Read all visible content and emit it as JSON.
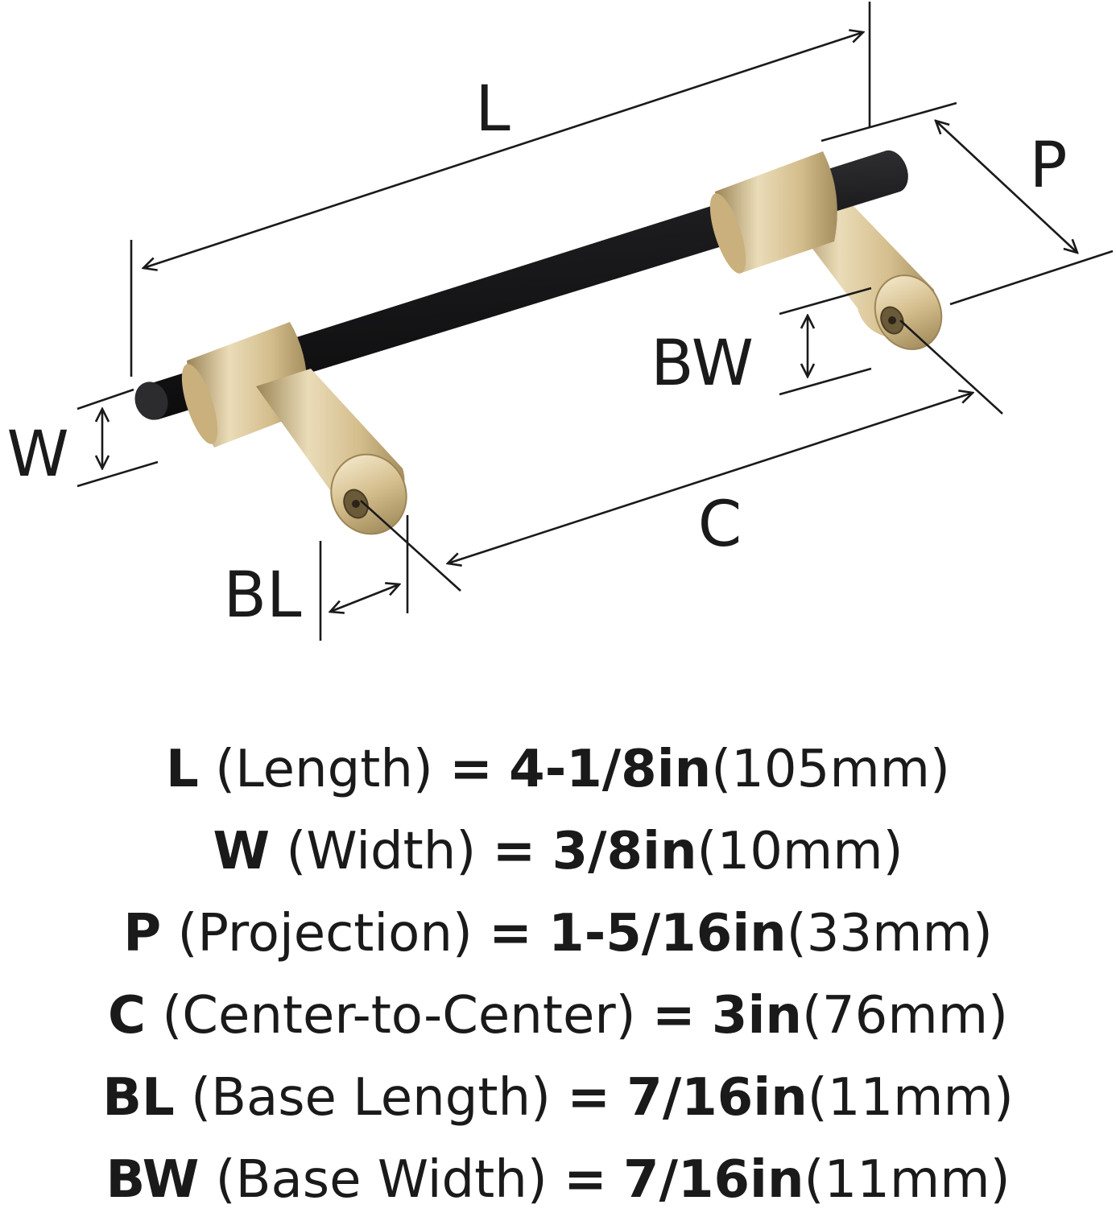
{
  "colors": {
    "ink": "#1a1a1a",
    "bar": "#1c1c1e",
    "brass_light": "#eadcb8",
    "brass_mid": "#d4bd8c",
    "brass_dark": "#9c8556",
    "background": "#ffffff"
  },
  "diagram": {
    "labels": {
      "length": "L",
      "width": "W",
      "projection": "P",
      "base_width": "BW",
      "base_length": "BL",
      "center_to_center": "C"
    }
  },
  "specs": [
    {
      "key": "L",
      "desc": "(Length)",
      "eq": "=",
      "value": "4-1/8in",
      "metric": "(105mm)"
    },
    {
      "key": "W",
      "desc": "(Width)",
      "eq": "=",
      "value": "3/8in",
      "metric": "(10mm)"
    },
    {
      "key": "P",
      "desc": "(Projection)",
      "eq": "=",
      "value": "1-5/16in",
      "metric": "(33mm)"
    },
    {
      "key": "C",
      "desc": "(Center-to-Center)",
      "eq": "=",
      "value": "3in",
      "metric": "(76mm)"
    },
    {
      "key": "BL",
      "desc": "(Base Length)",
      "eq": "=",
      "value": "7/16in",
      "metric": "(11mm)"
    },
    {
      "key": "BW",
      "desc": "(Base Width)",
      "eq": "=",
      "value": "7/16in",
      "metric": "(11mm)"
    }
  ]
}
